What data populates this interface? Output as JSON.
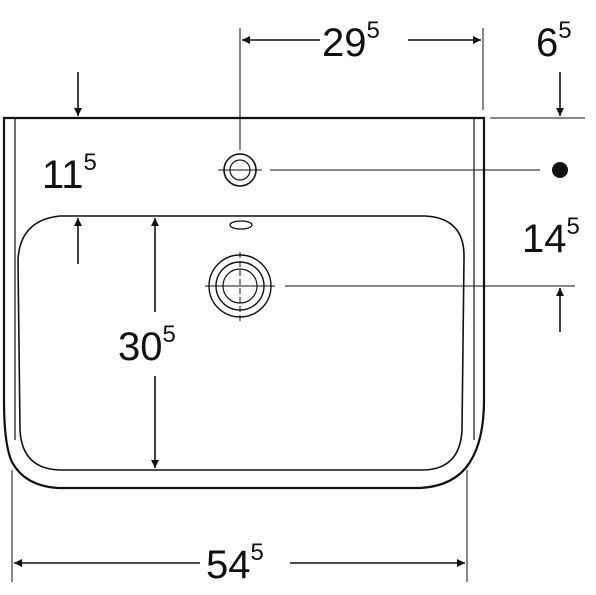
{
  "colors": {
    "line": "#111111",
    "background": "#ffffff"
  },
  "dimensions": {
    "tap_hole_offset": {
      "main": "29",
      "sup": "5"
    },
    "rim_to_edge": {
      "main": "6",
      "sup": "5"
    },
    "tap_hole_depth": {
      "main": "11",
      "sup": "5"
    },
    "drain_offset": {
      "main": "14",
      "sup": "5"
    },
    "bowl_depth": {
      "main": "30",
      "sup": "5"
    },
    "overall_width": {
      "main": "54",
      "sup": "5"
    }
  }
}
